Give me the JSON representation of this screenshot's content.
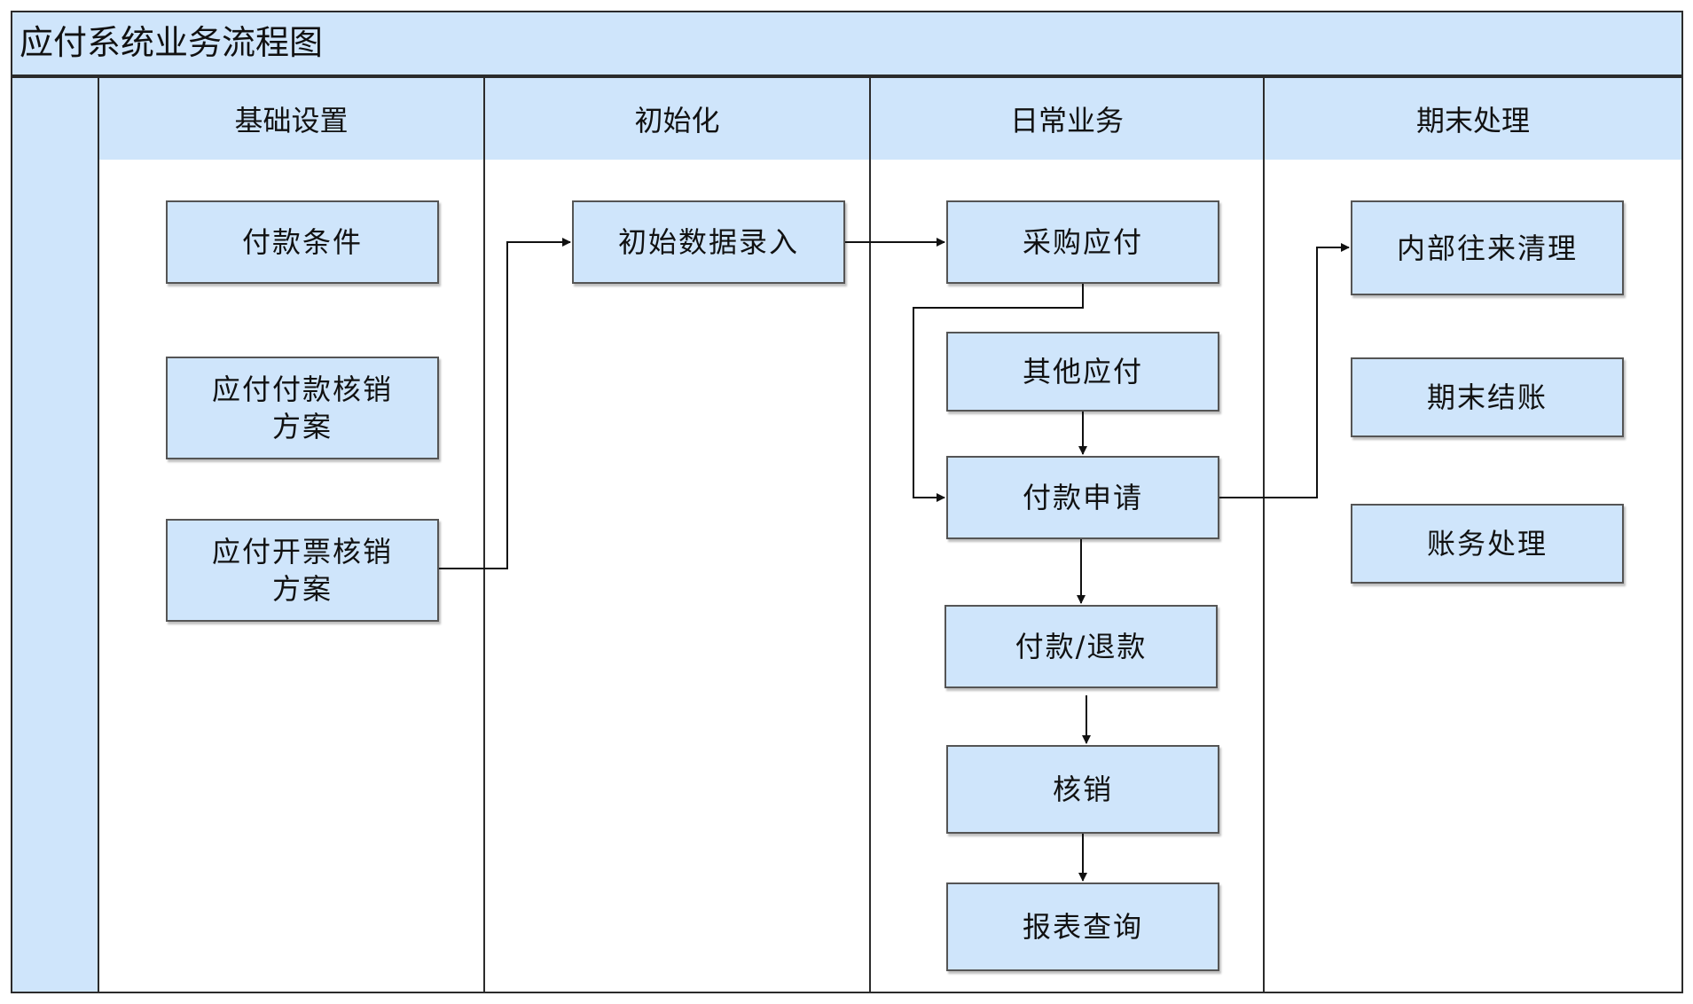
{
  "title": "应付系统业务流程图",
  "lanes": [
    {
      "label": "基础设置"
    },
    {
      "label": "初始化"
    },
    {
      "label": "日常业务"
    },
    {
      "label": "期末处理"
    }
  ],
  "nodes": {
    "payment_terms": "付款条件",
    "ap_payment_writeoff_plan": "应付付款核销\n方案",
    "ap_invoice_writeoff_plan": "应付开票核销\n方案",
    "initial_data_entry": "初始数据录入",
    "purchase_payable": "采购应付",
    "other_payable": "其他应付",
    "payment_request": "付款申请",
    "payment_refund": "付款/退款",
    "writeoff": "核销",
    "report_query": "报表查询",
    "internal_clearing": "内部往来清理",
    "period_close": "期末结账",
    "accounting_processing": "账务处理"
  },
  "colors": {
    "fill": "#cfe5fb",
    "line": "#2b2b2b"
  }
}
